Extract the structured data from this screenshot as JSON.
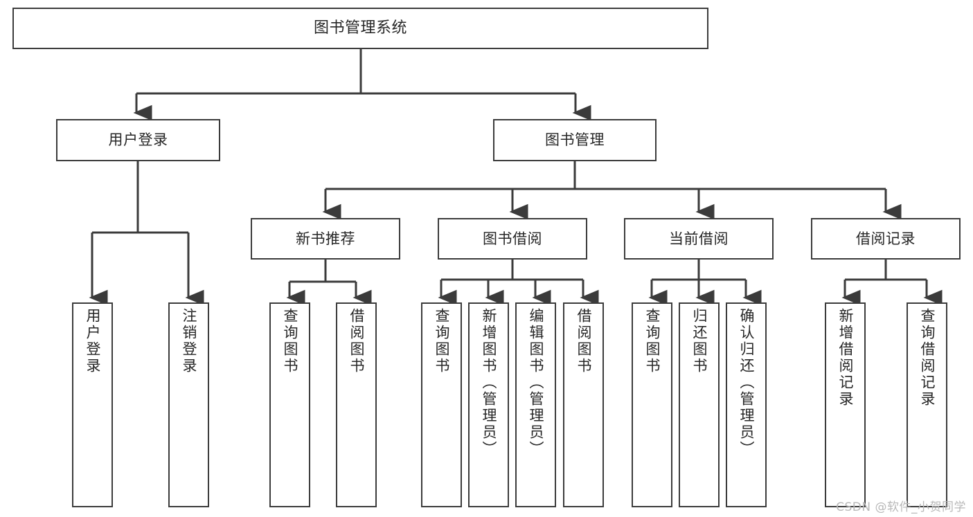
{
  "diagram": {
    "title": "图书管理系统",
    "type": "tree-hierarchy-chart",
    "root": {
      "label": "图书管理系统"
    },
    "level2": [
      {
        "label": "用户登录"
      },
      {
        "label": "图书管理"
      }
    ],
    "level3": [
      {
        "label": "新书推荐"
      },
      {
        "label": "图书借阅"
      },
      {
        "label": "当前借阅"
      },
      {
        "label": "借阅记录"
      }
    ],
    "leaves": {
      "user_login": [
        {
          "label": "用户登录"
        },
        {
          "label": "注销登录"
        }
      ],
      "new_book_recommend": [
        {
          "label": "查询图书"
        },
        {
          "label": "借阅图书"
        }
      ],
      "book_borrow": [
        {
          "label": "查询图书"
        },
        {
          "label": "新增图书（管理员）"
        },
        {
          "label": "编辑图书（管理员）"
        },
        {
          "label": "借阅图书"
        }
      ],
      "current_borrow": [
        {
          "label": "查询图书"
        },
        {
          "label": "归还图书"
        },
        {
          "label": "确认归还（管理员）"
        }
      ],
      "borrow_record": [
        {
          "label": "新增借阅记录"
        },
        {
          "label": "查询借阅记录"
        }
      ]
    }
  },
  "watermark": {
    "text": "CSDN @软件_小贺同学"
  },
  "colors": {
    "border": "#3b3b3b",
    "text": "#262626",
    "background": "#ffffff",
    "watermark": "#b8b8b8"
  }
}
